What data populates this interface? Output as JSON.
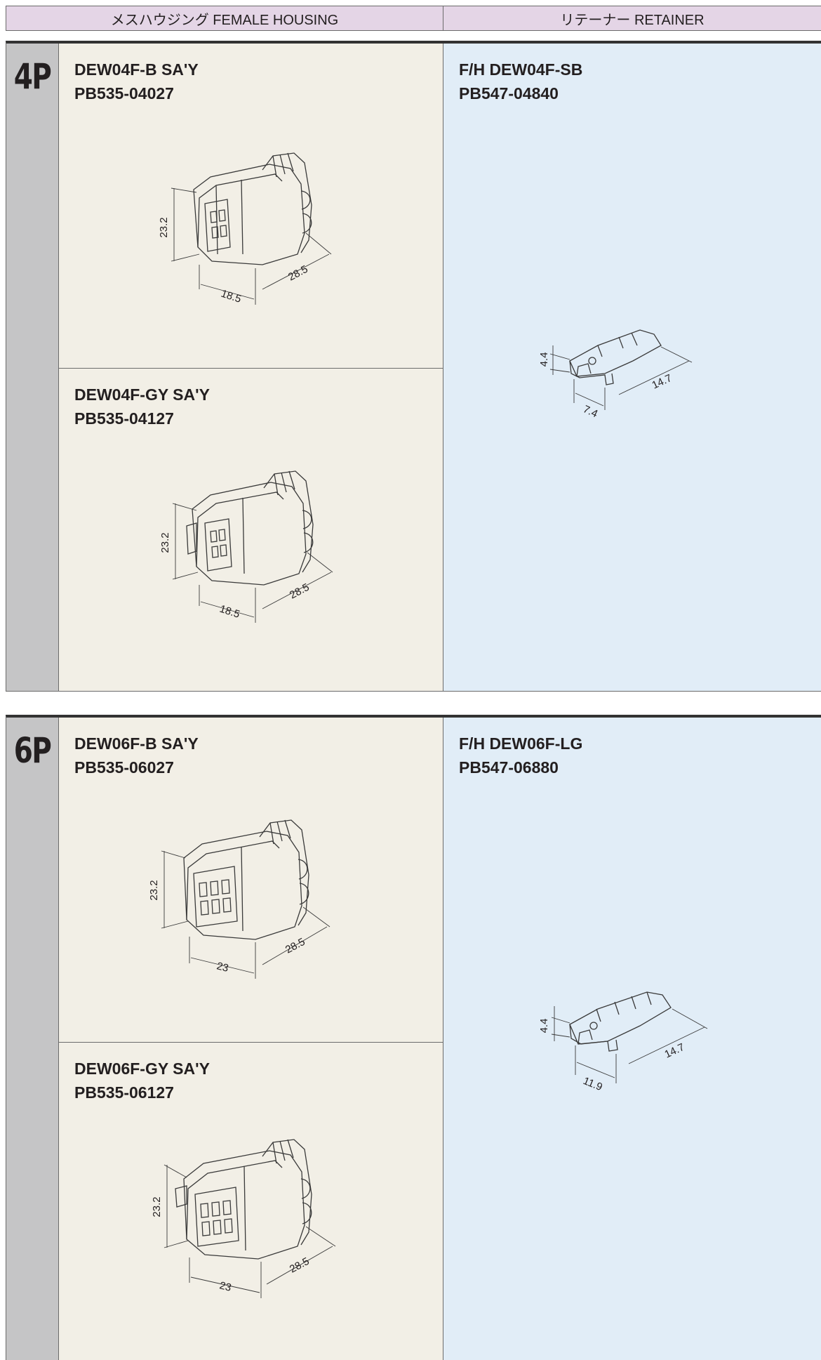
{
  "header": {
    "female_housing": "メスハウジング FEMALE HOUSING",
    "retainer": "リテーナー RETAINER"
  },
  "sections": [
    {
      "pin": "4P",
      "housings": [
        {
          "name": "DEW04F-B SA'Y",
          "part": "PB535-04027",
          "dims": {
            "h": "23.2",
            "w": "18.5",
            "d": "28.5"
          }
        },
        {
          "name": "DEW04F-GY SA'Y",
          "part": "PB535-04127",
          "dims": {
            "h": "23.2",
            "w": "18.5",
            "d": "28.5"
          }
        }
      ],
      "retainer": {
        "name": "F/H DEW04F-SB",
        "part": "PB547-04840",
        "dims": {
          "h": "4.4",
          "w": "7.4",
          "d": "14.7"
        }
      }
    },
    {
      "pin": "6P",
      "housings": [
        {
          "name": "DEW06F-B SA'Y",
          "part": "PB535-06027",
          "dims": {
            "h": "23.2",
            "w": "23",
            "d": "28.5"
          }
        },
        {
          "name": "DEW06F-GY SA'Y",
          "part": "PB535-06127",
          "dims": {
            "h": "23.2",
            "w": "23",
            "d": "28.5"
          }
        }
      ],
      "retainer": {
        "name": "F/H DEW06F-LG",
        "part": "PB547-06880",
        "dims": {
          "h": "4.4",
          "w": "11.9",
          "d": "14.7"
        }
      }
    }
  ]
}
